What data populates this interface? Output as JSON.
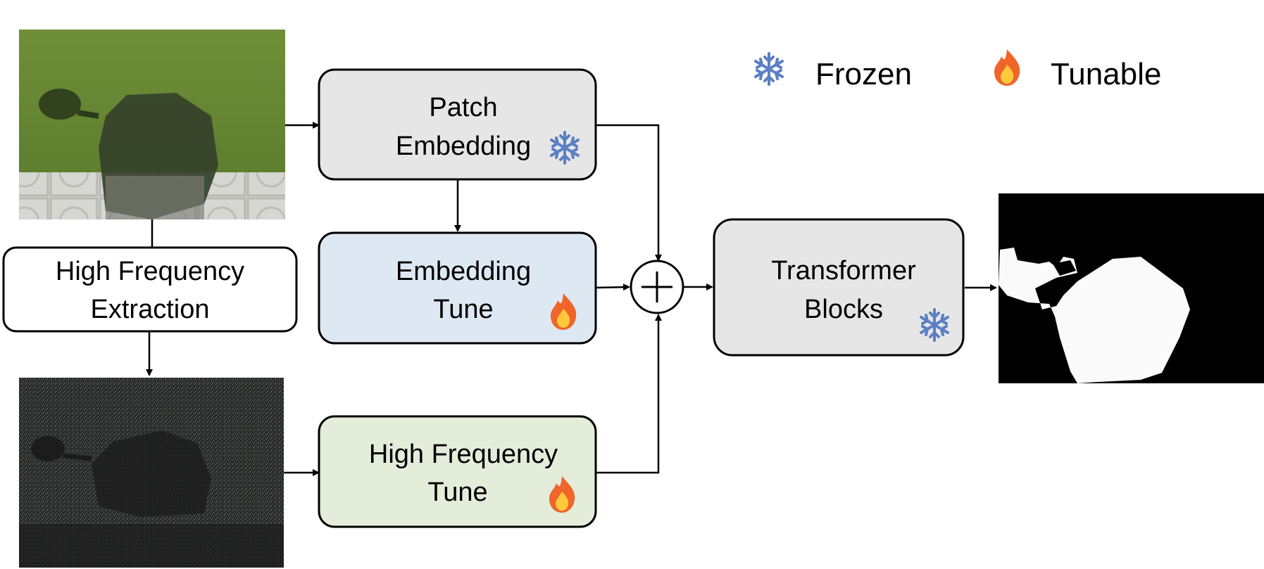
{
  "legend": {
    "frozen_label": "Frozen",
    "tunable_label": "Tunable"
  },
  "boxes": {
    "patch_embedding": {
      "line1": "Patch",
      "line2": "Embedding",
      "fill": "#e6e6e6",
      "icon": "snowflake-icon"
    },
    "embedding_tune": {
      "line1": "Embedding",
      "line2": "Tune",
      "fill": "#dde8f3",
      "icon": "flame-icon"
    },
    "high_frequency_extraction": {
      "line1": "High Frequency",
      "line2": "Extraction",
      "fill": "#ffffff"
    },
    "high_frequency_tune": {
      "line1": "High Frequency",
      "line2": "Tune",
      "fill": "#e3edd9",
      "icon": "flame-icon"
    },
    "transformer_blocks": {
      "line1": "Transformer",
      "line2": "Blocks",
      "fill": "#e6e6e6",
      "icon": "snowflake-icon"
    }
  },
  "images": {
    "input": "input-image",
    "high_frequency": "high-frequency-image",
    "output_mask": "output-mask-image"
  },
  "colors": {
    "snowflake": "#5b7fc4",
    "flame_outer": "#f0652a",
    "flame_inner": "#ffc93a",
    "stroke": "#000000"
  }
}
